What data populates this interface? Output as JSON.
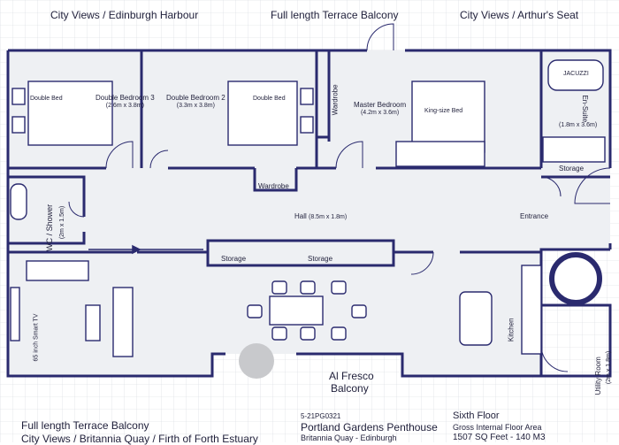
{
  "labels": {
    "top_left": "City Views / Edinburgh Harbour",
    "top_center": "Full length Terrace Balcony",
    "top_right": "City Views / Arthur's Seat",
    "bottom_left_1": "Full length Terrace Balcony",
    "bottom_left_2": "City Views / Britannia Quay / Firth of Forth Estuary",
    "al_fresco_1": "Al Fresco",
    "al_fresco_2": "Balcony"
  },
  "rooms": {
    "bed3": {
      "name": "Double Bedroom 3",
      "dims": "(2.6m x 3.8m)",
      "bed": "Double Bed"
    },
    "bed2": {
      "name": "Double Bedroom 2",
      "dims": "(3.3m x 3.8m)",
      "bed": "Double Bed"
    },
    "master": {
      "name": "Master Bedroom",
      "dims": "(4.2m x 3.6m)",
      "bed": "King-size Bed"
    },
    "ensuite": {
      "name": "En-Suite",
      "dims": "(1.8m x 3.6m)",
      "fixture": "JACUZZI"
    },
    "wc": {
      "name": "WC / Shower",
      "dims": "(2m x 1.5m)"
    },
    "hall": {
      "name": "Hall",
      "dims": "(8.5m x 1.8m)"
    },
    "entrance": "Entrance",
    "storage": "Storage",
    "wardrobe": "Wardrobe",
    "kitchen": "Kitchen",
    "utility": {
      "name": "Utility Room",
      "dims": "(2m x 1.8m)"
    },
    "tv": "65 inch Smart TV"
  },
  "info": {
    "ref": "5-21PG0321",
    "title": "Portland Gardens Penthouse",
    "location": "Britannia Quay - Edinburgh",
    "floor": "Sixth Floor",
    "area_label": "Gross Internal Floor Area",
    "area_value": "1507 SQ Feet - 140 M3"
  },
  "colors": {
    "wall": "#2a2a6e",
    "floor": "#eef0f3",
    "grid": "#cfd2d8"
  }
}
